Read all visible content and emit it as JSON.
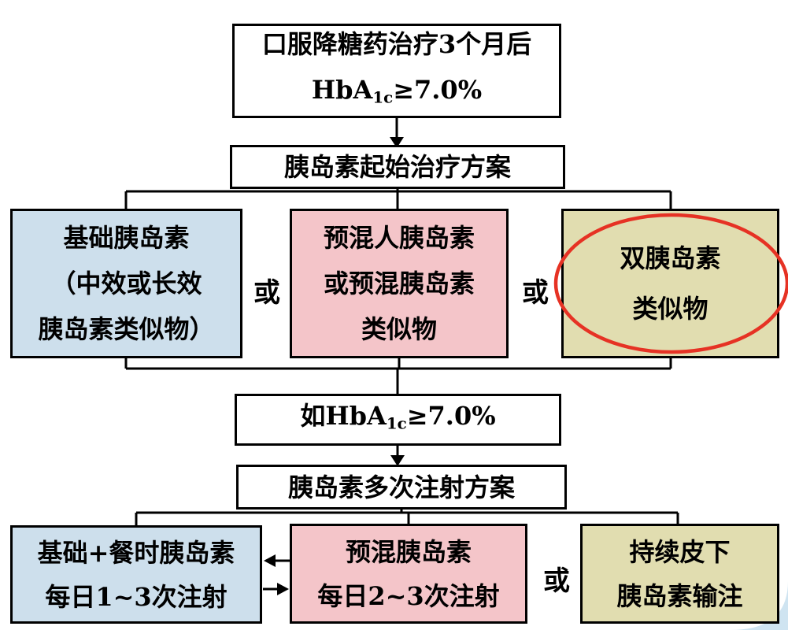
{
  "colors": {
    "blue": "#cddfec",
    "pink": "#f4c5c9",
    "khaki": "#e1ddb0",
    "red": "#e63224",
    "corner": "#cfe4f1",
    "line": "#000000"
  },
  "flowchart": {
    "top_box": {
      "line1": "口服降糖药治疗3个月后",
      "hba_prefix": "HbA",
      "hba_sub": "1c",
      "hba_suffix": "≥7.0%"
    },
    "start_box": {
      "label": "胰岛素起始治疗方案"
    },
    "row1": {
      "basal_box": {
        "lines": [
          "基础胰岛素",
          "（中效或长效",
          "胰岛素类似物）"
        ]
      },
      "or1": "或",
      "premix_box": {
        "lines": [
          "预混人胰岛素",
          "或预混胰岛素",
          "类似物"
        ]
      },
      "or2": "或",
      "dual_box": {
        "lines": [
          "双胰岛素",
          "类似物"
        ]
      }
    },
    "mid_box": {
      "prefix": "如HbA",
      "sub": "1c",
      "suffix": "≥7.0%"
    },
    "multi_box": {
      "label": "胰岛素多次注射方案"
    },
    "row2": {
      "basal_bolus_box": {
        "lines": [
          "基础+餐时胰岛素",
          "每日1~3次注射"
        ]
      },
      "premix_box": {
        "lines": [
          "预混胰岛素",
          "每日2~3次注射"
        ]
      },
      "or3": "或",
      "csii_box": {
        "lines": [
          "持续皮下",
          "胰岛素输注"
        ]
      }
    }
  }
}
